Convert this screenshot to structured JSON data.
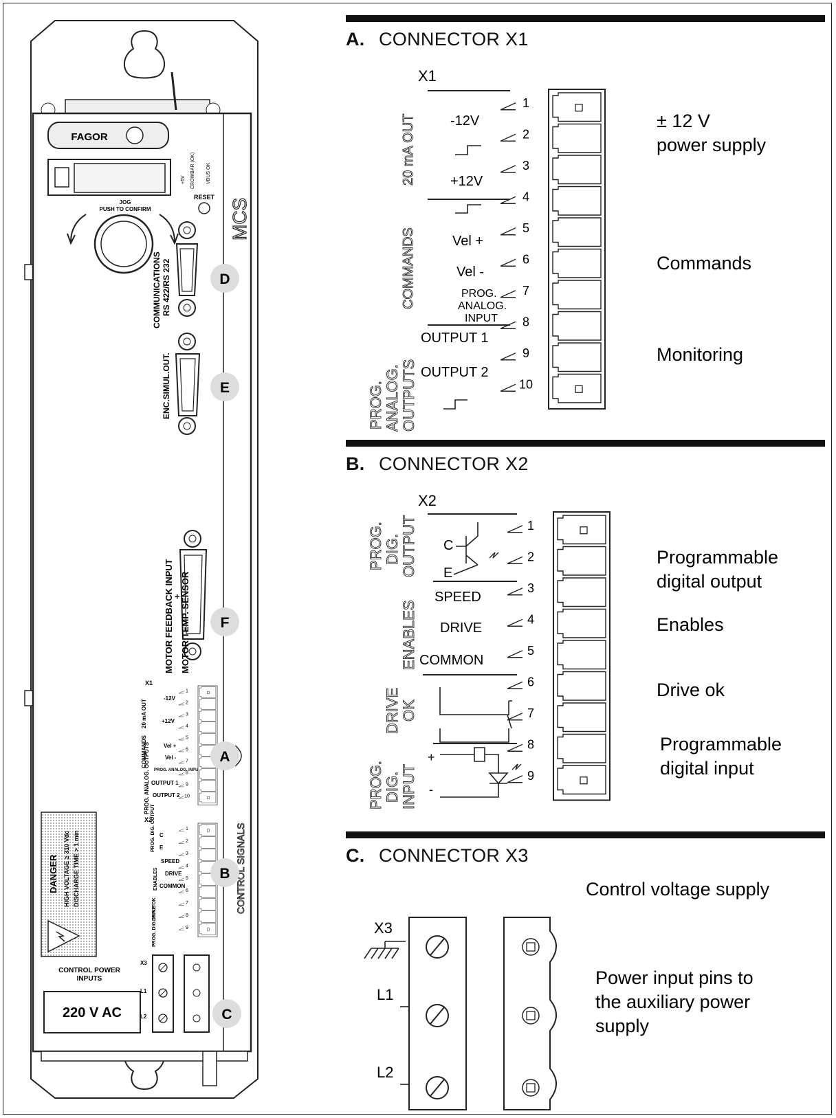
{
  "device": {
    "brand": "FAGOR",
    "model": "MCS",
    "reset_label": "RESET",
    "status_leds": [
      "+5V",
      "CROWBAR (OK)",
      "VBUS OK"
    ],
    "jog_label": [
      "JOG",
      "PUSH TO CONFIRM"
    ],
    "comm_port_label": [
      "COMMUNICATIONS",
      "RS 422/RS 232"
    ],
    "encoder_port_label": "ENC.SIMUL.OUT.",
    "motor_port_label": [
      "MOTOR FEEDBACK INPUT",
      "+",
      "MOTOR TEMP. SENSOR"
    ],
    "control_signals_label": "CONTROL SIGNALS",
    "danger_title": "DANGER",
    "danger_text": [
      "HIGH VOLTAGE ≥ 310 Vdc",
      "DISCHARGE TIME > 1 min"
    ],
    "power_label": [
      "CONTROL POWER",
      "INPUTS"
    ],
    "power_value": "220 V AC",
    "callouts": [
      "D",
      "E",
      "F",
      "A",
      "B",
      "C"
    ],
    "mini_x1": {
      "name": "X1",
      "groups": [
        "20 mA OUT",
        "COMMANDS",
        "PROG. ANALOG. OUTPUTS"
      ],
      "labels": [
        "-12V",
        "+12V",
        "Vel +",
        "Vel -",
        "PROG. ANALOG. INPUT",
        "OUTPUT 1",
        "OUTPUT 2"
      ],
      "pins": [
        "1",
        "2",
        "3",
        "4",
        "5",
        "6",
        "7",
        "8",
        "9",
        "10"
      ]
    },
    "mini_x2": {
      "name": "X2",
      "groups": [
        "PROG. DIG. OUTPUT",
        "ENABLES",
        "DRIVE OK",
        "PROG. DIG. INPUT"
      ],
      "labels": [
        "C",
        "E",
        "SPEED",
        "DRIVE",
        "COMMON",
        "+",
        "-"
      ],
      "pins": [
        "1",
        "2",
        "3",
        "4",
        "5",
        "6",
        "7",
        "8",
        "9"
      ]
    },
    "mini_x3": {
      "name": "X3",
      "pins": [
        "L1",
        "L2"
      ]
    }
  },
  "section_a": {
    "letter": "A.",
    "title": "CONNECTOR X1",
    "connector": "X1",
    "groups": [
      "20 mA OUT",
      "COMMANDS",
      "PROG. ANALOG. OUTPUTS"
    ],
    "labels": [
      "-12V",
      "+12V",
      "Vel +",
      "Vel -",
      "PROG. ANALOG. INPUT",
      "OUTPUT 1",
      "OUTPUT 2"
    ],
    "pins": [
      "1",
      "2",
      "3",
      "4",
      "5",
      "6",
      "7",
      "8",
      "9",
      "10"
    ],
    "descriptions": [
      "± 12 V power supply",
      "Commands",
      "Monitoring"
    ]
  },
  "section_b": {
    "letter": "B.",
    "title": "CONNECTOR X2",
    "connector": "X2",
    "groups": [
      "PROG. DIG. OUTPUT",
      "ENABLES",
      "DRIVE OK",
      "PROG. DIG. INPUT"
    ],
    "labels": [
      "C",
      "E",
      "SPEED",
      "DRIVE",
      "COMMON",
      "+",
      "-"
    ],
    "pins": [
      "1",
      "2",
      "3",
      "4",
      "5",
      "6",
      "7",
      "8",
      "9"
    ],
    "descriptions": [
      "Programmable digital output",
      "Enables",
      "Drive ok",
      "Programmable digital input"
    ]
  },
  "section_c": {
    "letter": "C.",
    "title": "CONNECTOR X3",
    "subtitle": "Control voltage supply",
    "connector": "X3",
    "pins": [
      "L1",
      "L2"
    ],
    "description": "Power input pins to the auxiliary power supply"
  }
}
